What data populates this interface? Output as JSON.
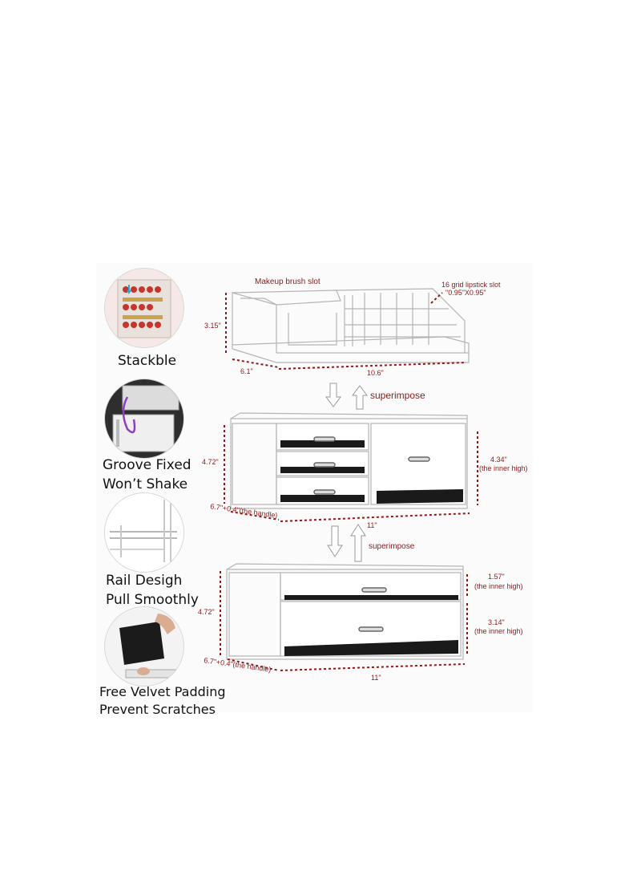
{
  "features": [
    {
      "id": "stackable",
      "lines": [
        "Stackble"
      ]
    },
    {
      "id": "groove",
      "lines": [
        "Groove Fixed",
        "Won’t Shake"
      ]
    },
    {
      "id": "rail",
      "lines": [
        "Rail Desigh",
        "Pull Smoothly"
      ]
    },
    {
      "id": "velvet",
      "lines": [
        "Free Velvet Padding",
        "Prevent Scratches"
      ]
    }
  ],
  "top_tier": {
    "brush_slot_label": "Makeup brush slot",
    "lipstick_slot_label": "16 grid lipstick slot",
    "lipstick_slot_size": "\"0.95\"X0.95\"",
    "height": "3.15\"",
    "depth": "6.1\"",
    "width": "10.6\""
  },
  "superimpose_1": "superimpose",
  "middle_tier": {
    "height": "4.72\"",
    "inner_height": "4.34\"",
    "inner_height_note": "(the inner high)",
    "depth": "6.7\"+0.4\"(the handle)",
    "width": "11\""
  },
  "superimpose_2": "superimpose",
  "bottom_tier": {
    "height": "4.72\"",
    "top_drawer_inner": "1.57\"",
    "top_drawer_note": "(the inner high)",
    "bottom_drawer_inner": "3.14\"",
    "bottom_drawer_note": "(the inner high)",
    "depth": "6.7\"+0.4\"(the handle)",
    "width": "11\""
  },
  "colors": {
    "dimension_red": "#8a1a1a",
    "acrylic_edge": "#b9b9b9",
    "velvet": "#1a1a1a"
  }
}
